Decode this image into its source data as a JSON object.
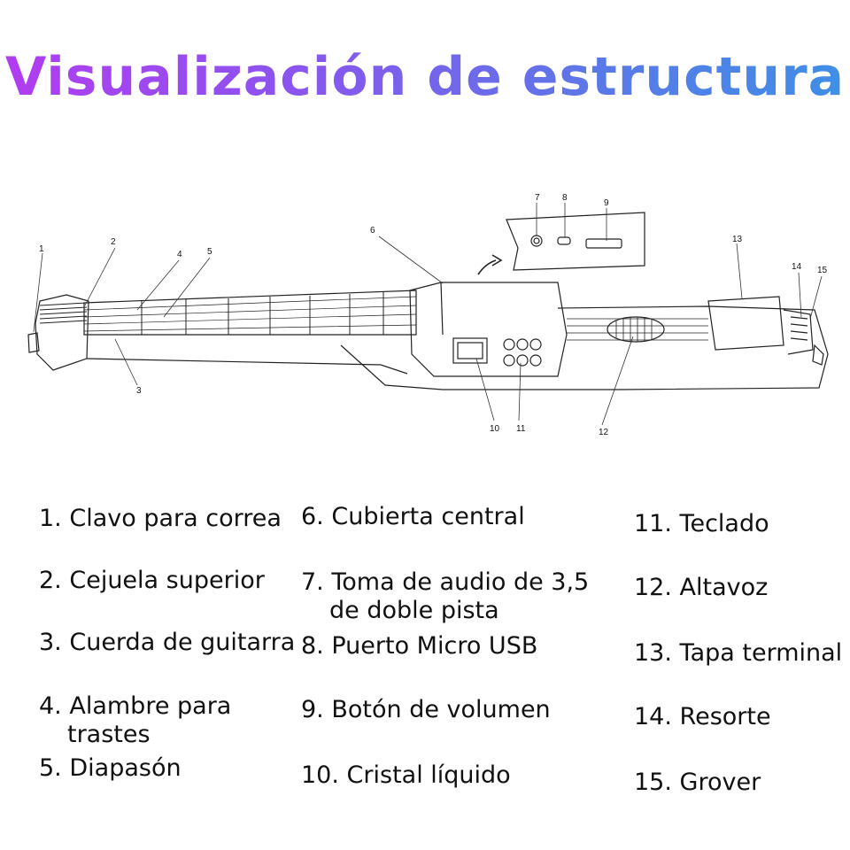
{
  "title": "Visualización de estructura",
  "diagram": {
    "callouts": [
      "1",
      "2",
      "3",
      "4",
      "5",
      "6",
      "7",
      "8",
      "9",
      "10",
      "11",
      "12",
      "13",
      "14",
      "15"
    ]
  },
  "legend": {
    "col1": [
      {
        "number": "1.",
        "text": "Clavo para correa"
      },
      {
        "number": "2.",
        "text": "Cejuela superior"
      },
      {
        "number": "3.",
        "text": "Cuerda de guitarra"
      },
      {
        "number": "4.",
        "text": "Alambre para",
        "text2": "trastes"
      },
      {
        "number": "5.",
        "text": "Diapasón"
      }
    ],
    "col2": [
      {
        "number": "6.",
        "text": "Cubierta central"
      },
      {
        "number": "7.",
        "text": "Toma de audio de 3,5",
        "text2": "de doble pista"
      },
      {
        "number": "8.",
        "text": "Puerto Micro USB"
      },
      {
        "number": "9.",
        "text": "Botón de volumen"
      },
      {
        "number": "10.",
        "text": "Cristal líquido"
      }
    ],
    "col3": [
      {
        "number": "11.",
        "text": "Teclado"
      },
      {
        "number": "12.",
        "text": "Altavoz"
      },
      {
        "number": "13.",
        "text": "Tapa terminal"
      },
      {
        "number": "14.",
        "text": "Resorte"
      },
      {
        "number": "15.",
        "text": "Grover"
      }
    ]
  }
}
